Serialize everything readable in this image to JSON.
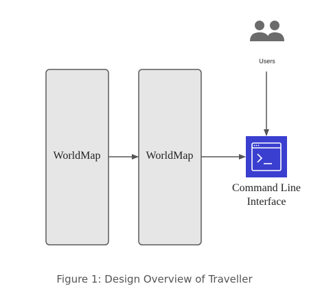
{
  "diagram": {
    "nodes": {
      "worldmap_1": {
        "label": "WorldMap"
      },
      "worldmap_2": {
        "label": "WorldMap"
      },
      "users": {
        "label": "Users",
        "icon": "users-icon"
      },
      "cli": {
        "label_line1": "Command Line",
        "label_line2": "Interface",
        "icon": "terminal-icon"
      }
    },
    "edges": [
      {
        "from": "worldmap_1",
        "to": "worldmap_2"
      },
      {
        "from": "worldmap_2",
        "to": "cli"
      },
      {
        "from": "users",
        "to": "cli"
      }
    ]
  },
  "caption": "Figure 1: Design Overview of Traveller",
  "colors": {
    "box_fill": "#e6e6e6",
    "box_stroke": "#5a5a5a",
    "cli_fill": "#3a3fd0",
    "users_icon": "#6b6b6b",
    "arrow": "#555555",
    "caption_text": "#555555"
  }
}
